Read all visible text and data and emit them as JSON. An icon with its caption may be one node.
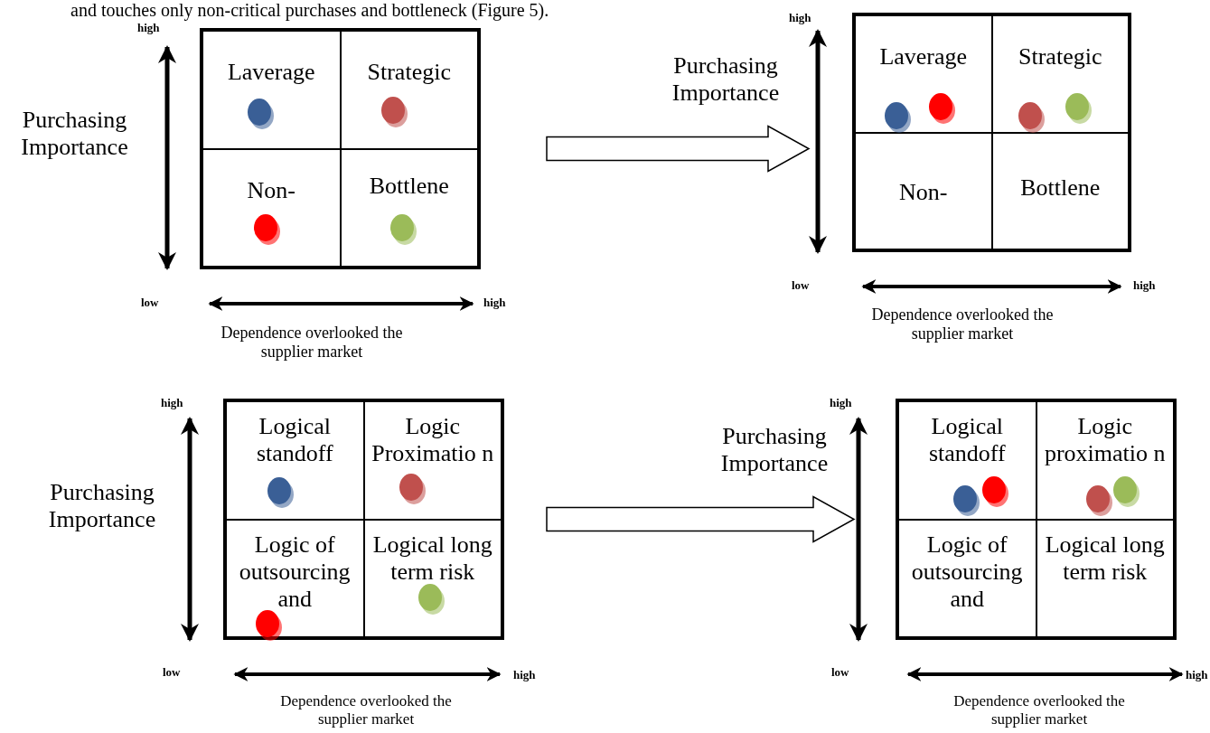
{
  "diagram": {
    "nodes": [
      {
        "text": [],
        "shape": "box"
      },
      {
        "text": [
          "Laverage"
        ],
        "in": 0
      },
      {
        "text": [
          "Strategic"
        ],
        "in": 0
      },
      {
        "text": [
          "Non-"
        ],
        "in": 0
      },
      {
        "text": [
          "Bottlene"
        ],
        "in": 0
      },
      {
        "text": [],
        "shape": "box"
      },
      {
        "text": [
          "Laverage"
        ],
        "in": 5
      },
      {
        "text": [
          "Strategic"
        ],
        "in": 5
      },
      {
        "text": [
          "Non-"
        ],
        "in": 5
      },
      {
        "text": [
          "Bottlene"
        ],
        "in": 5
      },
      {
        "text": [],
        "shape": "box"
      },
      {
        "text": [
          "Logical standoff"
        ],
        "in": 10
      },
      {
        "text": [
          "Logic Proximatio n"
        ],
        "in": 10
      },
      {
        "text": [
          "Logic of outsourcing and"
        ],
        "in": 10
      },
      {
        "text": [
          "Logical long term risk"
        ],
        "in": 10
      },
      {
        "text": [],
        "shape": "box"
      },
      {
        "text": [
          "Logical standoff"
        ],
        "in": 15
      },
      {
        "text": [
          "Logic proximatio n"
        ],
        "in": 15
      },
      {
        "text": [
          "Logic of outsourcing and"
        ],
        "in": 15
      },
      {
        "text": [
          "Logical long term risk"
        ],
        "in": 15
      }
    ],
    "edges": [
      {
        "from": 0,
        "to": 5,
        "arrow": "to"
      },
      {
        "from": 10,
        "to": 15,
        "arrow": "to"
      }
    ],
    "labels": [
      "and touches only non-critical purchases and bottleneck (Figure 5).",
      "high",
      "Purchasing Importance",
      "low",
      "high",
      "Dependence overlooked the supplier market",
      "high",
      "Purchasing Importance",
      "low",
      "high",
      "Dependence overlooked the supplier market",
      "high",
      "Purchasing Importance",
      "low",
      "high",
      "Dependence overlooked the supplier market",
      "high",
      "Purchasing Importance",
      "low",
      "high",
      "Dependence overlooked the supplier market"
    ]
  }
}
